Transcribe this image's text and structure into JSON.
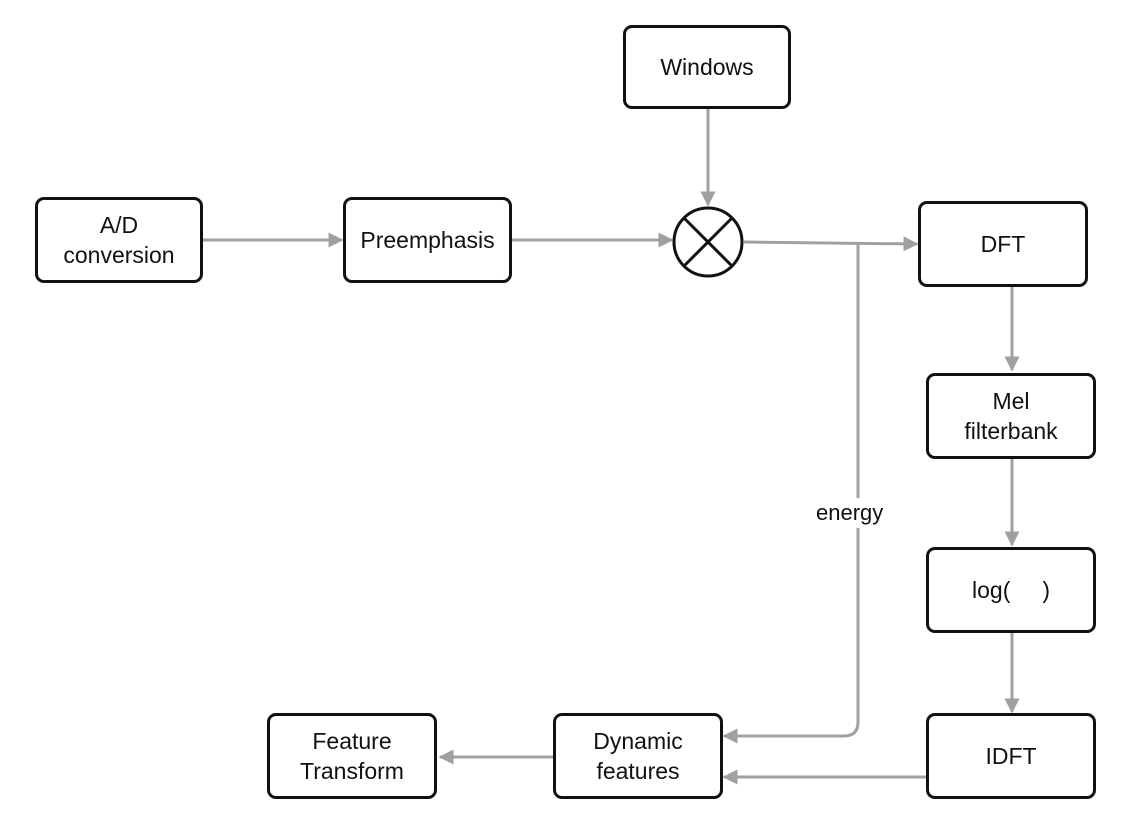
{
  "diagram": {
    "nodes": {
      "windows": "Windows",
      "ad_conversion": "A/D\nconversion",
      "preemphasis": "Preemphasis",
      "dft": "DFT",
      "mel_filterbank": "Mel\nfilterbank",
      "log": "log(     )",
      "idft": "IDFT",
      "dynamic_features": "Dynamic\nfeatures",
      "feature_transform": "Feature\nTransform"
    },
    "edge_labels": {
      "energy": "energy"
    },
    "colors": {
      "arrow": "#a0a0a0",
      "box_border": "#111111"
    }
  }
}
